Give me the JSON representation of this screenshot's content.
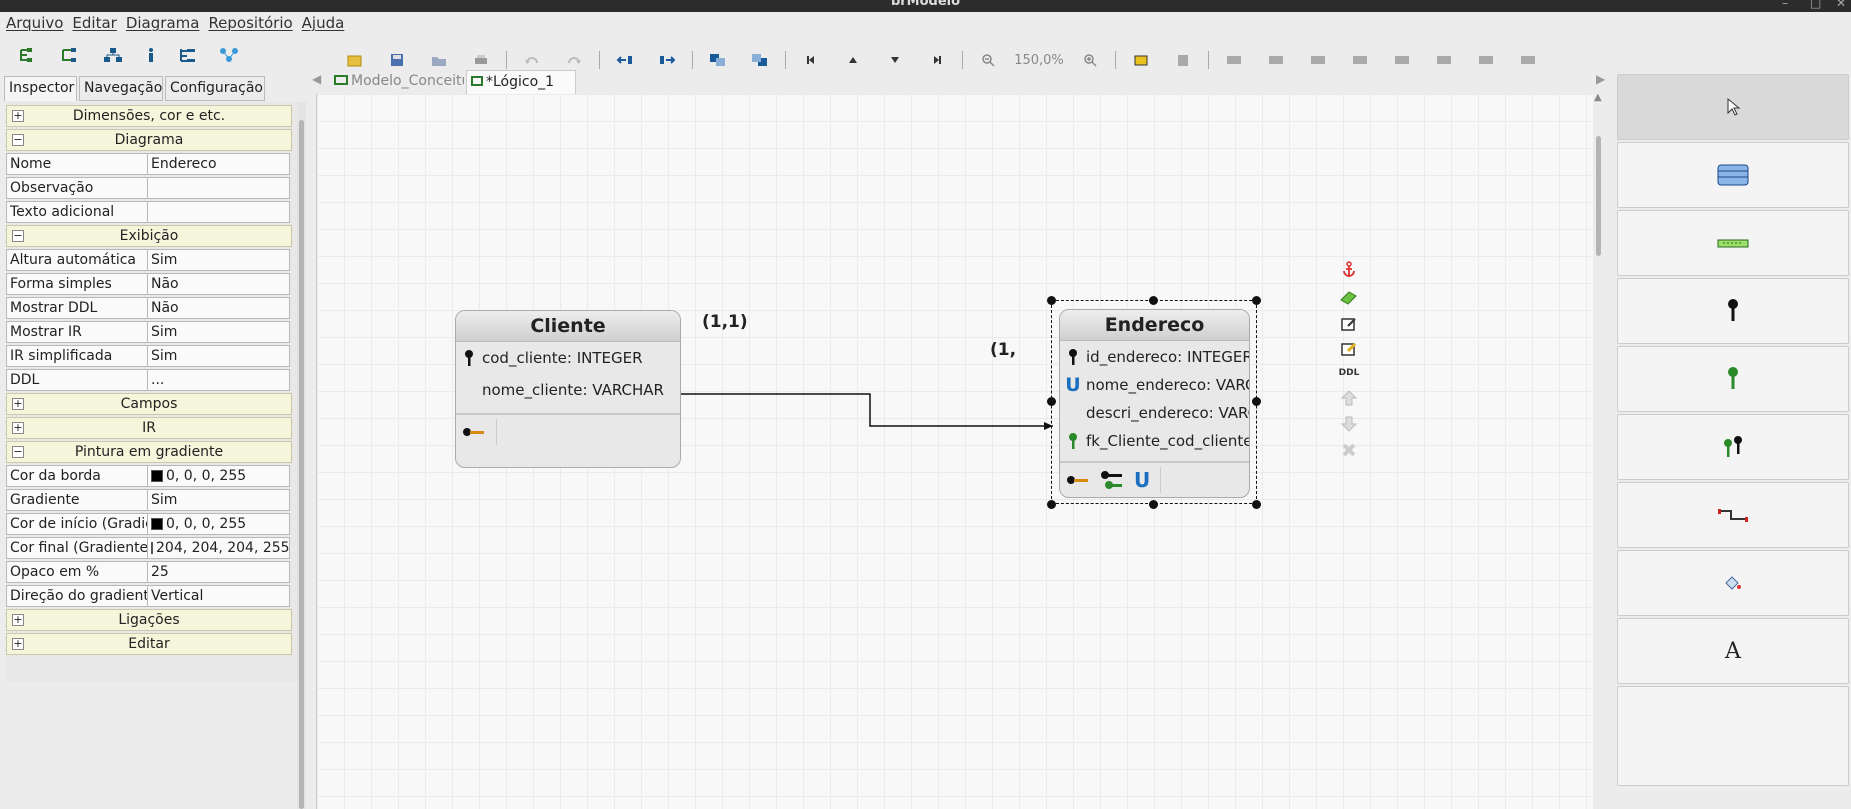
{
  "window": {
    "title": "brModelo"
  },
  "menu": [
    "Arquivo",
    "Editar",
    "Diagrama",
    "Repositório",
    "Ajuda"
  ],
  "left_tabs": [
    "Inspector",
    "Navegação",
    "Configuração"
  ],
  "inspector": {
    "sec_dimensoes": "Dimensões, cor e etc.",
    "sec_diagrama": "Diagrama",
    "nome_k": "Nome",
    "nome_v": "Endereco",
    "obs_k": "Observação",
    "obs_v": "",
    "texto_k": "Texto adicional",
    "texto_v": "",
    "sec_exibicao": "Exibição",
    "alt_k": "Altura automática",
    "alt_v": "Sim",
    "forma_k": "Forma simples",
    "forma_v": "Não",
    "ddl_show_k": "Mostrar DDL",
    "ddl_show_v": "Não",
    "ir_k": "Mostrar IR",
    "ir_v": "Sim",
    "irs_k": "IR simplificada",
    "irs_v": "Sim",
    "ddl_k": "DDL",
    "ddl_v": "...",
    "sec_campos": "Campos",
    "sec_ir": "IR",
    "sec_pintura": "Pintura em gradiente",
    "borda_k": "Cor da borda",
    "borda_v": "0, 0, 0, 255",
    "grad_k": "Gradiente",
    "grad_v": "Sim",
    "inicio_k": "Cor de início (Gradiente)",
    "inicio_v": "0, 0, 0, 255",
    "final_k": "Cor final (Gradiente)",
    "final_v": "204, 204, 204, 255",
    "opaco_k": "Opaco em %",
    "opaco_v": "25",
    "direcao_k": "Direção do gradiente",
    "direcao_v": "Vertical",
    "sec_ligacoes": "Ligações",
    "sec_editar": "Editar"
  },
  "toolbar": {
    "zoom": "150,0%"
  },
  "doc_tabs": [
    "Modelo_Conceitual",
    "*Lógico_1"
  ],
  "entities": {
    "cliente": {
      "name": "Cliente",
      "f1": "cod_cliente: INTEGER",
      "f2": "nome_cliente: VARCHAR"
    },
    "endereco": {
      "name": "Endereco",
      "f1": "id_endereco: INTEGER",
      "f2": "nome_endereco: VARCHAR",
      "f3": "descri_endereco: VARCHAR",
      "f4": "fk_Cliente_cod_cliente:"
    }
  },
  "cardinality": {
    "left": "(1,1)",
    "right": "(1,"
  },
  "float_tools": {
    "ddl": "DDL"
  },
  "palette": {
    "text_tool": "A"
  },
  "colors": {
    "section_bg": "#f5f5dc",
    "key": "#111111",
    "fk": "#2a8a2a",
    "unique": "#1a6fc0",
    "anchor": "#d33",
    "swatch_black": "#000000",
    "swatch_gray": "#cccccc"
  },
  "icons": [
    "logo-icon",
    "save-icon",
    "folder-icon",
    "print-icon",
    "undo-icon",
    "redo-icon",
    "key-icon",
    "unique-icon",
    "anchor-icon",
    "eraser-icon",
    "edit-icon",
    "arrow-up-icon",
    "arrow-down-icon",
    "delete-icon",
    "cursor-icon",
    "table-icon",
    "pk-icon",
    "fk-icon",
    "relation-icon",
    "paint-icon",
    "text-icon"
  ]
}
